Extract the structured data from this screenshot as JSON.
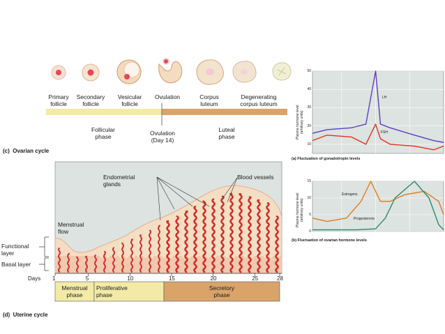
{
  "ovarian": {
    "stages": [
      {
        "label": "Primary\nfollicle"
      },
      {
        "label": "Secondary\nfollicle"
      },
      {
        "label": "Vesicular\nfollicle"
      },
      {
        "label": "Ovulation"
      },
      {
        "label": "Corpus\nluteum"
      },
      {
        "label": "Degenerating\ncorpus luteum"
      }
    ],
    "phases": {
      "follicular": "Follicular\nphase",
      "ovulation": "Ovulation\n(Day 14)",
      "luteal": "Luteal\nphase"
    },
    "caption": "(c)  Ovarian cycle"
  },
  "gonadotropin": {
    "caption": "(a) Fluctuation of gonadotropin levels",
    "ylabel": "Plasma hormone level\n(arbitrary units)",
    "chart_data": {
      "type": "line",
      "ylim": [
        5,
        50
      ],
      "yticks": [
        "10",
        "20",
        "30",
        "40",
        "50"
      ],
      "xlim": [
        1,
        28
      ],
      "grid": true,
      "series": [
        {
          "name": "LH",
          "color": "#5a3fc0",
          "x": [
            1,
            4,
            9,
            12,
            14,
            15,
            17,
            22,
            26,
            28
          ],
          "y": [
            16,
            18,
            19,
            21,
            50,
            21,
            19,
            15,
            12,
            11
          ]
        },
        {
          "name": "FSH",
          "color": "#e0331c",
          "x": [
            1,
            4,
            9,
            12,
            14,
            15,
            17,
            22,
            26,
            28
          ],
          "y": [
            12,
            15,
            14,
            10,
            21,
            13,
            10,
            9,
            7,
            9
          ]
        }
      ]
    }
  },
  "ovarian_hormone": {
    "caption": "(b) Fluctuation of ovarian hormone levels",
    "ylabel": "Plasma hormone level\n(arbitrary units)",
    "chart_data": {
      "type": "line",
      "ylim": [
        0,
        15
      ],
      "yticks": [
        "0",
        "5",
        "10",
        "15"
      ],
      "xlim": [
        1,
        28
      ],
      "grid": true,
      "series": [
        {
          "name": "Estrogens",
          "color": "#e07a1c",
          "x": [
            1,
            4,
            8,
            11,
            13,
            15,
            17,
            20,
            24,
            27,
            28
          ],
          "y": [
            4,
            3,
            4,
            9,
            15,
            9,
            9,
            11,
            12,
            9,
            5
          ]
        },
        {
          "name": "Progesterone",
          "color": "#2a8a6a",
          "x": [
            1,
            5,
            10,
            14,
            16,
            18,
            22,
            25,
            27,
            28
          ],
          "y": [
            0.5,
            0.5,
            0.5,
            0.8,
            4,
            10,
            15,
            10,
            2,
            0.5
          ]
        }
      ]
    }
  },
  "uterine": {
    "labels": {
      "endometrial_glands": "Endometrial\nglands",
      "blood_vessels": "Blood vessels",
      "menstrual_flow": "Menstrual\nflow",
      "functional_layer": "Functional\nlayer",
      "basal_layer": "Basal layer"
    },
    "days_label": "Days",
    "day_ticks": [
      "1",
      "5",
      "10",
      "15",
      "20",
      "25",
      "28"
    ],
    "phases": {
      "menstrual": "Menstrual\nphase",
      "proliferative": "Proliferative\nphase",
      "secretory": "Secretory\nphase"
    },
    "caption": "(d)  Uterine cycle"
  },
  "colors": {
    "follicular_bar": "#f2eaa6",
    "luteal_bar": "#d9a36a",
    "tissue": "#f5dcc4",
    "background": "#dde3e0",
    "vessel": "#d42c2c",
    "gland": "#f0e2c2"
  }
}
